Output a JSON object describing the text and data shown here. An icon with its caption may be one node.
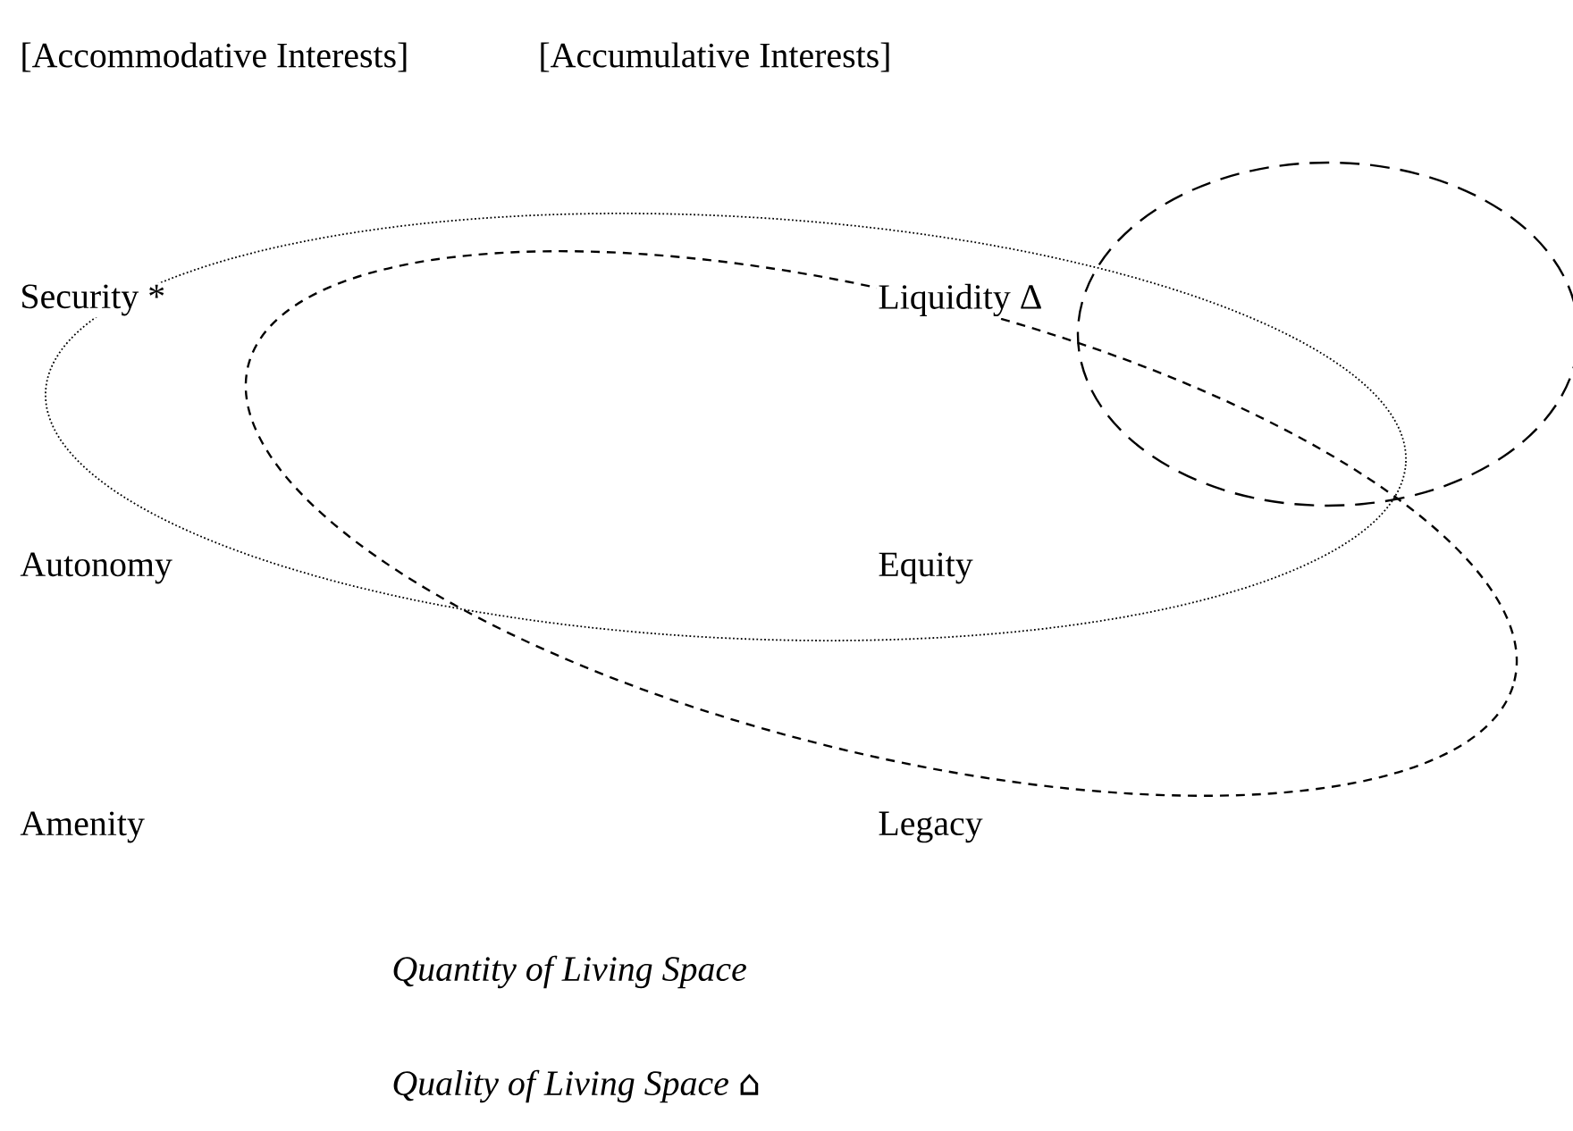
{
  "diagram": {
    "labels": [
      "[Accommodative Interests]",
      "[Accumulative Interests]",
      "Security *",
      "Liquidity Δ",
      "Autonomy",
      "Equity",
      "Amenity",
      "Legacy",
      "*Quantity of Living Space*",
      "*Quality of Living Space* ⌂"
    ]
  }
}
